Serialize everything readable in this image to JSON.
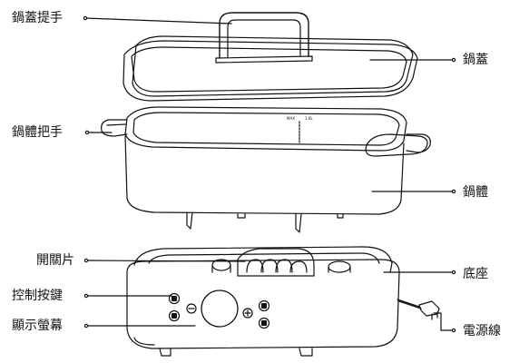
{
  "labels": {
    "lid_handle": "鍋蓋提手",
    "lid": "鍋蓋",
    "pot_handle": "鍋體把手",
    "pot_body": "鍋體",
    "switch_plate": "開關片",
    "base": "底座",
    "control_buttons": "控制按鍵",
    "display": "顯示螢幕",
    "power_cord": "電源線"
  },
  "marks": {
    "max_line": "MAX",
    "unit": "1.6L"
  },
  "colors": {
    "stroke": "#111111",
    "fill": "#ffffff"
  }
}
